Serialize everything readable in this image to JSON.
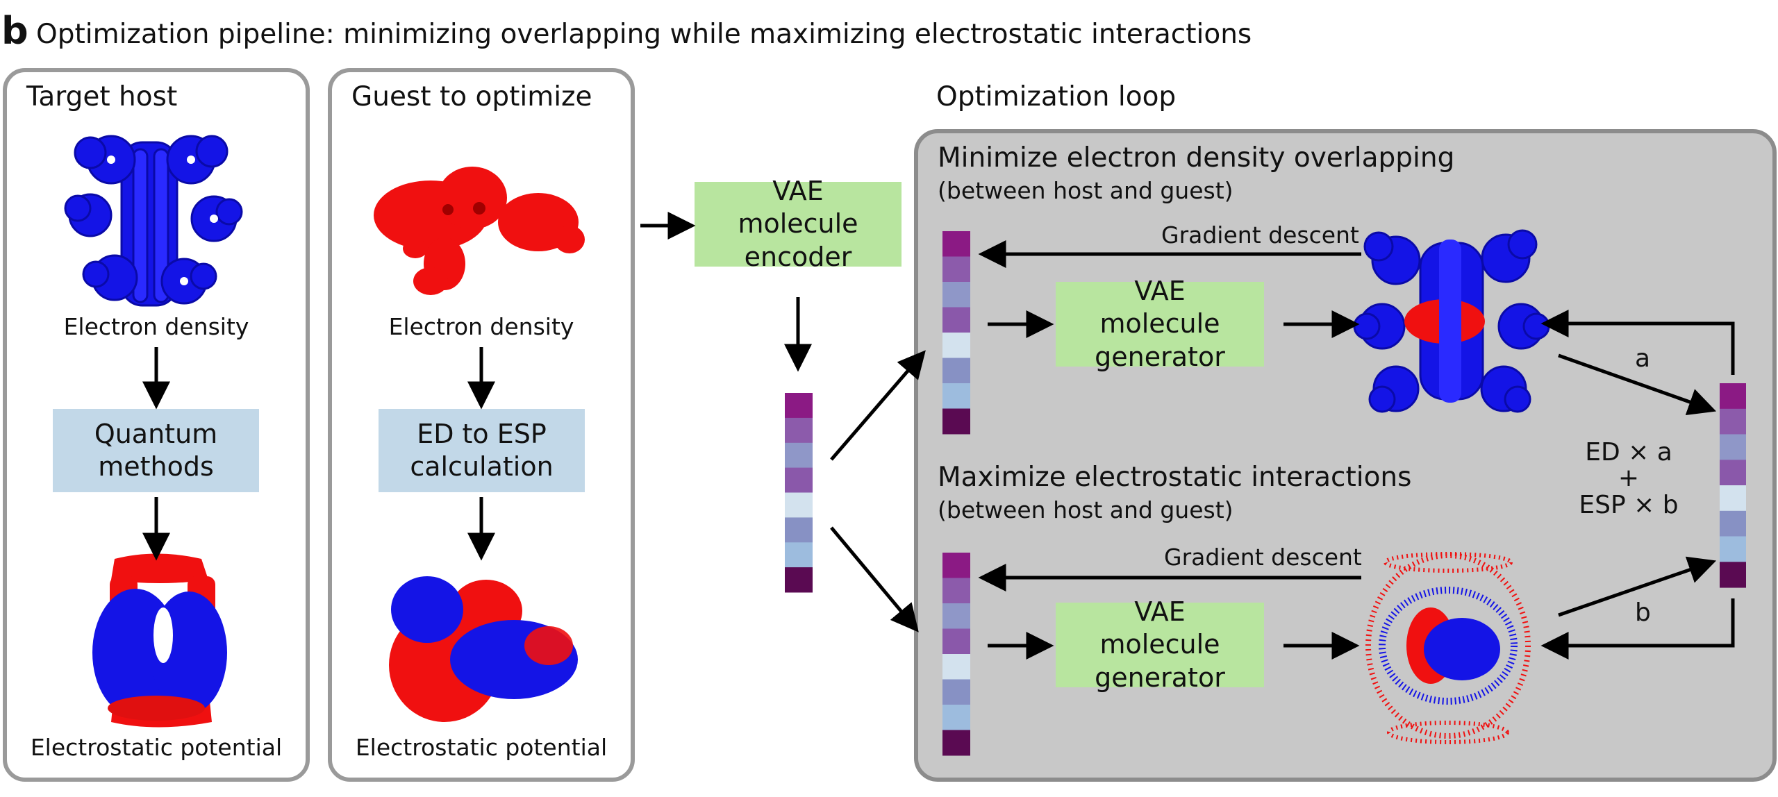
{
  "header": {
    "panel_letter": "b",
    "title": "Optimization pipeline: minimizing overlapping while maximizing electrostatic interactions"
  },
  "target_host": {
    "title": "Target host",
    "ed_label": "Electron density",
    "method_label": "Quantum methods",
    "esp_label": "Electrostatic potential"
  },
  "guest": {
    "title": "Guest to optimize",
    "ed_label": "Electron density",
    "method_label": "ED to ESP calculation",
    "esp_label": "Electrostatic potential"
  },
  "encoder": {
    "label": "VAE molecule encoder"
  },
  "loop": {
    "title": "Optimization loop",
    "top": {
      "title": "Minimize electron density overlapping",
      "subtitle": "(between host and guest)",
      "gradient_label": "Gradient descent",
      "generator_label": "VAE molecule generator"
    },
    "bottom": {
      "title": "Maximize electrostatic interactions",
      "subtitle": "(between host and guest)",
      "gradient_label": "Gradient descent",
      "generator_label": "VAE molecule generator"
    },
    "weight_a": "a",
    "weight_b": "b",
    "formula_line1": "ED × a",
    "formula_line2": "+",
    "formula_line3": "ESP × b"
  },
  "colors": {
    "density_blue": "#1414e6",
    "density_red": "#f01010",
    "vae_green": "#b8e59f",
    "method_blue": "#c2d8e8",
    "loop_gray": "#c8c8c8",
    "latent_vector": [
      "#8b1a84",
      "#8c5bab",
      "#8f97c8",
      "#8a58aa",
      "#d3e2ee",
      "#8791c4",
      "#9dbcde",
      "#5a0a52"
    ]
  }
}
